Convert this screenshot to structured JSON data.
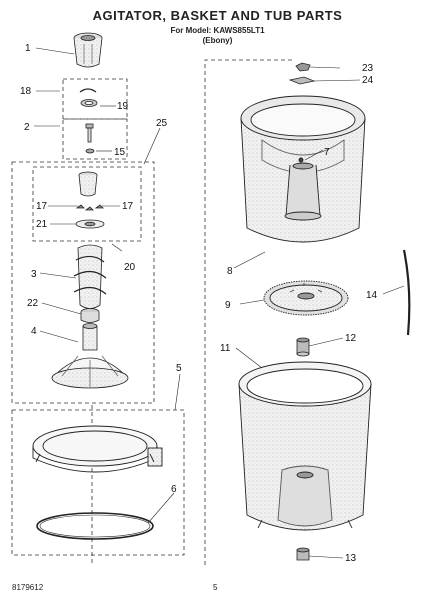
{
  "header": {
    "title": "AGITATOR, BASKET AND TUB PARTS",
    "model_line": "For Model: KAWS855LT1",
    "color_line": "(Ebony)"
  },
  "callouts": {
    "c1": "1",
    "c2": "2",
    "c3": "3",
    "c4": "4",
    "c5": "5",
    "c6": "6",
    "c7": "7",
    "c8": "8",
    "c9": "9",
    "c11": "11",
    "c12": "12",
    "c13": "13",
    "c14": "14",
    "c15": "15",
    "c17a": "17",
    "c17b": "17",
    "c18": "18",
    "c19": "19",
    "c20": "20",
    "c21": "21",
    "c22": "22",
    "c23": "23",
    "c24": "24",
    "c25": "25"
  },
  "footer": {
    "part_number": "8179612",
    "page_number": "5"
  }
}
